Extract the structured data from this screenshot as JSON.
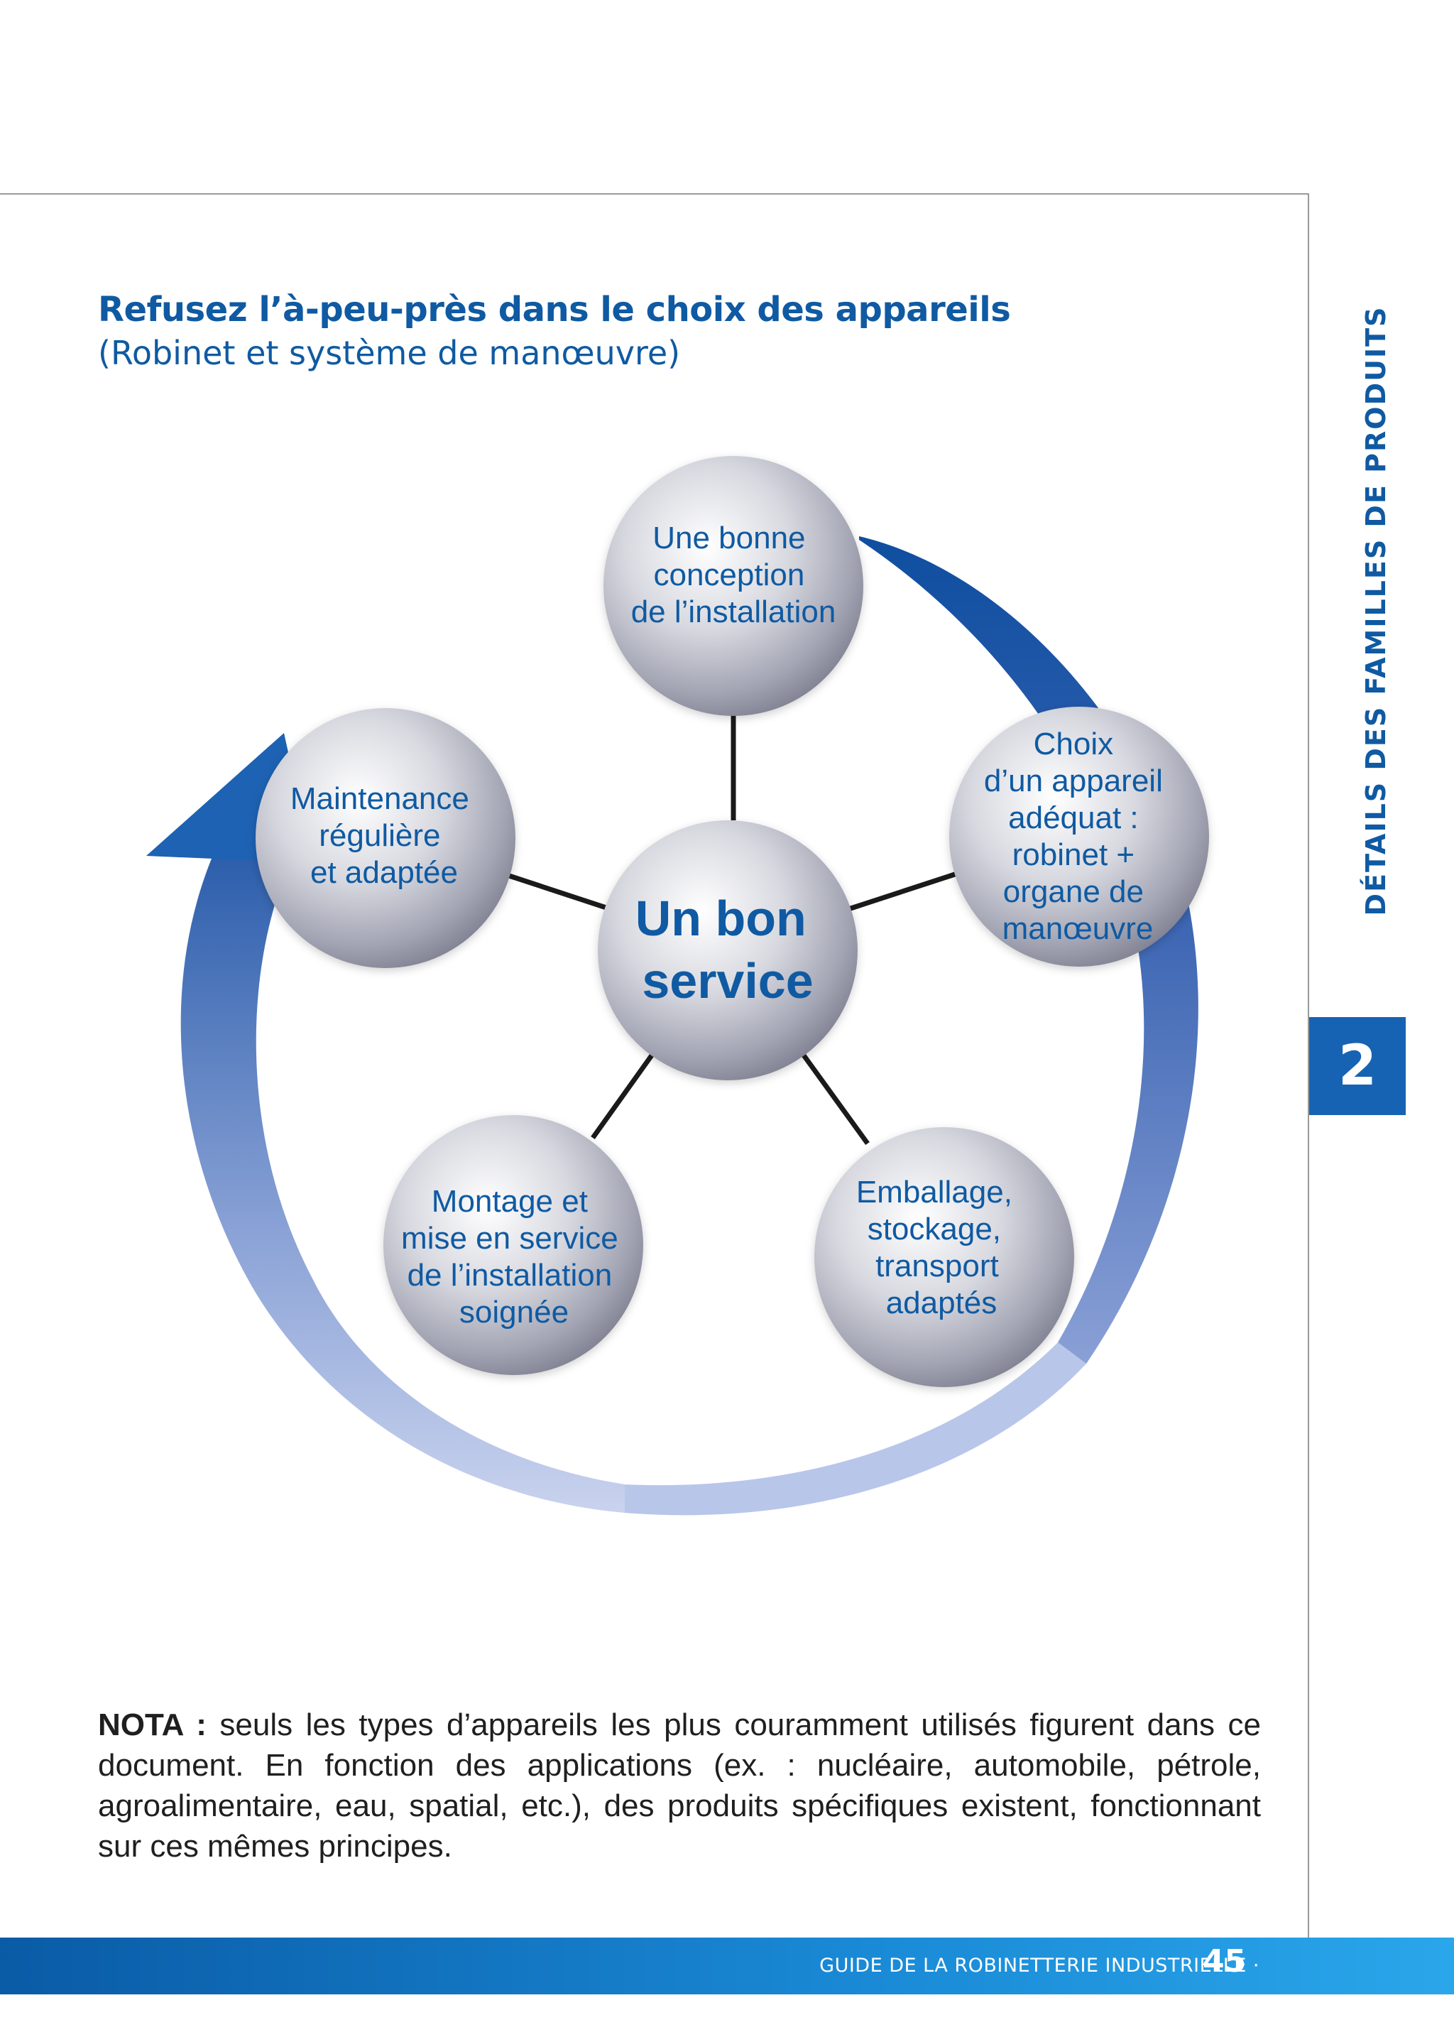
{
  "section": {
    "label": "DÉTAILS DES FAMILLES DE PRODUITS",
    "number": "2"
  },
  "heading": {
    "title": "Refusez l’à-peu-près dans le choix des appareils",
    "subtitle": "(Robinet et système de manœuvre)"
  },
  "diagram": {
    "center": [
      "Un bon",
      "service"
    ],
    "nodes": [
      {
        "id": "design",
        "lines": [
          "Une bonne",
          "conception",
          "de l’installation"
        ]
      },
      {
        "id": "choice",
        "lines": [
          "Choix",
          "d’un appareil",
          "adéquat :",
          "robinet +",
          "organe de",
          "manœuvre"
        ]
      },
      {
        "id": "packaging",
        "lines": [
          "Emballage,",
          "stockage,",
          "transport",
          "adaptés"
        ]
      },
      {
        "id": "mounting",
        "lines": [
          "Montage et",
          "mise en service",
          "de l’installation",
          "soignée"
        ]
      },
      {
        "id": "maintenance",
        "lines": [
          "Maintenance",
          "régulière",
          "et adaptée"
        ]
      }
    ]
  },
  "nota": {
    "label": "NOTA :",
    "text": " seuls les types d’appareils les plus couramment utilisés figurent dans ce document. En fonction des applications (ex. : nucléaire, automobile, pétrole, agroalimentaire, eau, spatial, etc.), des produits spécifiques existent, fonctionnant sur ces mêmes principes."
  },
  "footer": {
    "text": "GUIDE DE LA ROBINETTERIE INDUSTRIELLE ·",
    "page": "45"
  },
  "colors": {
    "brand_blue": "#0f5aa2",
    "footer_blue": "#1a8ad6"
  }
}
